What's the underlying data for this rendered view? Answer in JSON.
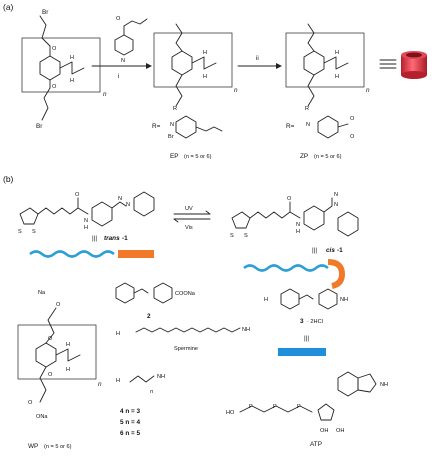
{
  "panel_a": {
    "label": "(a)",
    "reagent_top": "Br",
    "reagent_bottom": "Br",
    "step_i": "i",
    "step_ii": "ii",
    "n": "n",
    "h": "H",
    "o": "O",
    "r": "R",
    "r_eq": "R=",
    "n_plus": "N",
    "br_minus": "Br",
    "o_minus": "O",
    "product_ep_name": "EP",
    "product_ep_sub": "(n = 5 or 6)",
    "product_zp_name": "ZP",
    "product_zp_sub": "(n = 5 or 6)",
    "pyridine_n": "N"
  },
  "panel_b": {
    "label": "(b)",
    "trans_prefix": "trans",
    "trans_num": "-1",
    "cis_prefix": "cis",
    "cis_num": "-1",
    "uv": "UV",
    "vis": "Vis",
    "sulfur": "S",
    "amide_n": "N",
    "amide_h": "H",
    "amide_o": "O",
    "azo_n": "N",
    "equiv": "|||",
    "compound2_label": "2",
    "compound2_group": "COONa",
    "compound3_label": "3",
    "compound3_suffix": "· 2HCl",
    "nh2": "NH",
    "h2n": "H",
    "spermine_label": "Spermine",
    "chain_n": "n",
    "series_4": "4 n = 3",
    "series_5": "5 n = 4",
    "series_6": "6 n = 5",
    "wp_name": "WP",
    "wp_sub": "(n = 5 or 6)",
    "na": "Na",
    "ona": "ONa",
    "atp_label": "ATP",
    "atp_ho": "HO",
    "atp_oh": "OH",
    "atp_p": "P"
  },
  "colors": {
    "cyan_wave": "#2ea0d6",
    "orange_bar": "#f07a2a",
    "blue_bar": "#1e8fd8",
    "host_red": "#d9303f"
  }
}
